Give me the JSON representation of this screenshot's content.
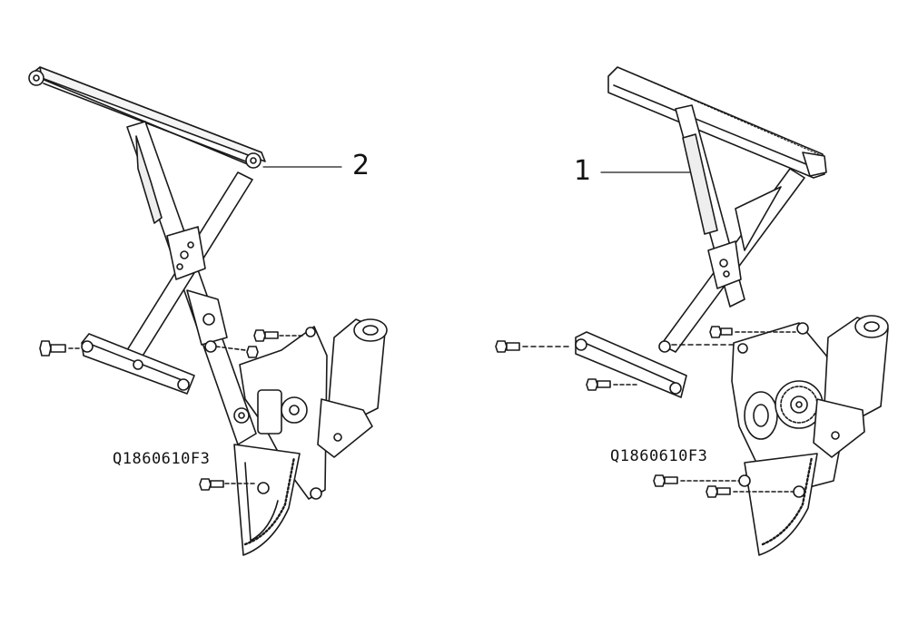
{
  "left_assembly": {
    "callout": "2",
    "part_code": "Q1860610F3"
  },
  "right_assembly": {
    "callout": "1",
    "part_code": "Q1860610F3"
  }
}
